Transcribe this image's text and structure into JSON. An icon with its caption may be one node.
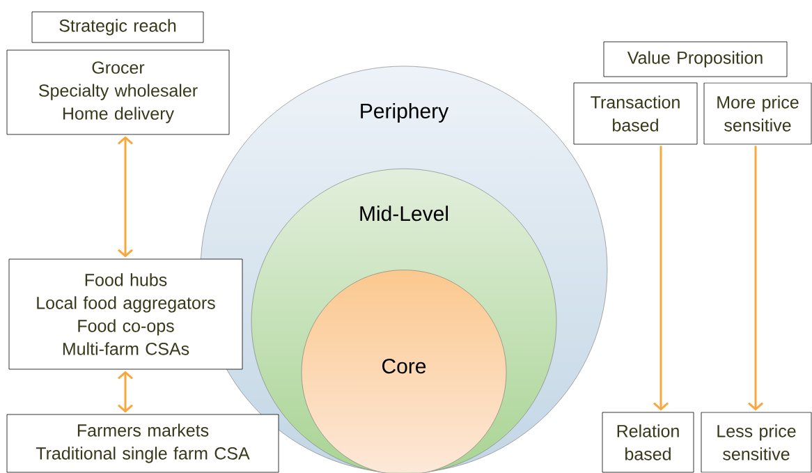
{
  "diagram": {
    "nodes": [
      {
        "text": [
          "Strategic reach"
        ]
      },
      {
        "text": [
          "Grocer",
          "Specialty wholesaler",
          "Home delivery"
        ]
      },
      {
        "text": [
          "Food hubs",
          "Local food aggregators",
          "Food co-ops",
          "Multi-farm CSAs"
        ]
      },
      {
        "text": [
          "Farmers markets",
          "Traditional single farm CSA"
        ]
      },
      {
        "text": [
          "Periphery"
        ]
      },
      {
        "text": [
          "Mid-Level"
        ],
        "in": 4
      },
      {
        "text": [
          "Core"
        ],
        "in": 5
      },
      {
        "text": [
          "Value Proposition"
        ]
      },
      {
        "text": [
          "Transaction based"
        ]
      },
      {
        "text": [
          "More price sensitive"
        ]
      },
      {
        "text": [
          "Relation based"
        ]
      },
      {
        "text": [
          "Less price sensitive"
        ]
      }
    ],
    "edges": [
      {
        "from": 1,
        "to": 2,
        "arrow": "both"
      },
      {
        "from": 2,
        "to": 3,
        "arrow": "both"
      },
      {
        "from": 8,
        "to": 10,
        "arrow": "to"
      },
      {
        "from": 9,
        "to": 11,
        "arrow": "to"
      }
    ]
  }
}
